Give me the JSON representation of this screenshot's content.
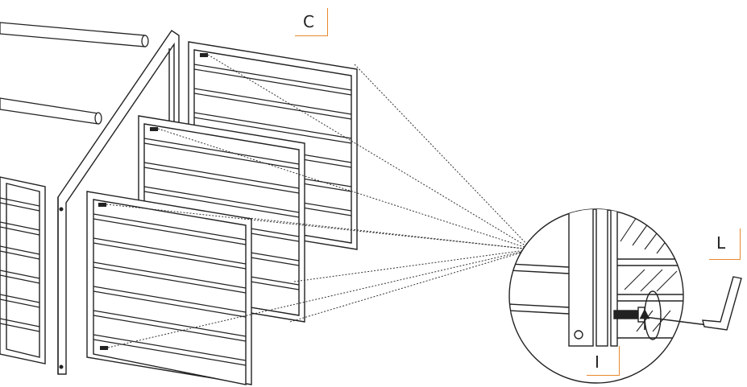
{
  "labels": {
    "c": "C",
    "l": "L",
    "i": "I"
  },
  "colors": {
    "line": "#222222",
    "accent": "#e8892c",
    "background": "#ffffff"
  },
  "icons": {
    "rotate": "rotate-arrow-icon",
    "hex_key": "allen-key-icon"
  }
}
